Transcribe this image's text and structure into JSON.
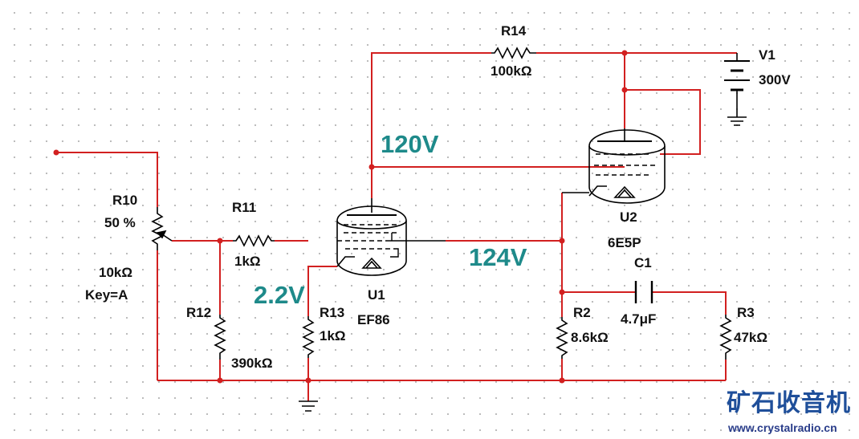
{
  "colors": {
    "wire": "#d22020",
    "component": "#000000",
    "voltage": "#1e8a8a",
    "watermark_title": "#1f4f9a",
    "watermark_url": "#2a3d8a"
  },
  "components": {
    "r10": {
      "ref": "R10",
      "value": "50 %",
      "resistance": "10kΩ",
      "key": "Key=A"
    },
    "r11": {
      "ref": "R11",
      "value": "1kΩ"
    },
    "r12": {
      "ref": "R12",
      "value": "390kΩ"
    },
    "r13": {
      "ref": "R13",
      "value": "1kΩ"
    },
    "r14": {
      "ref": "R14",
      "value": "100kΩ"
    },
    "r2": {
      "ref": "R2",
      "value": "8.6kΩ"
    },
    "r3": {
      "ref": "R3",
      "value": "47kΩ"
    },
    "c1": {
      "ref": "C1",
      "value": "4.7μF"
    },
    "v1": {
      "ref": "V1",
      "value": "300V"
    },
    "u1": {
      "ref": "U1",
      "part": "EF86"
    },
    "u2": {
      "ref": "U2",
      "part": "6E5P"
    }
  },
  "voltages": {
    "anode": "120V",
    "screen": "124V",
    "cathode": "2.2V"
  },
  "watermark": {
    "title": "矿石收音机",
    "url": "www.crystalradio.cn"
  }
}
